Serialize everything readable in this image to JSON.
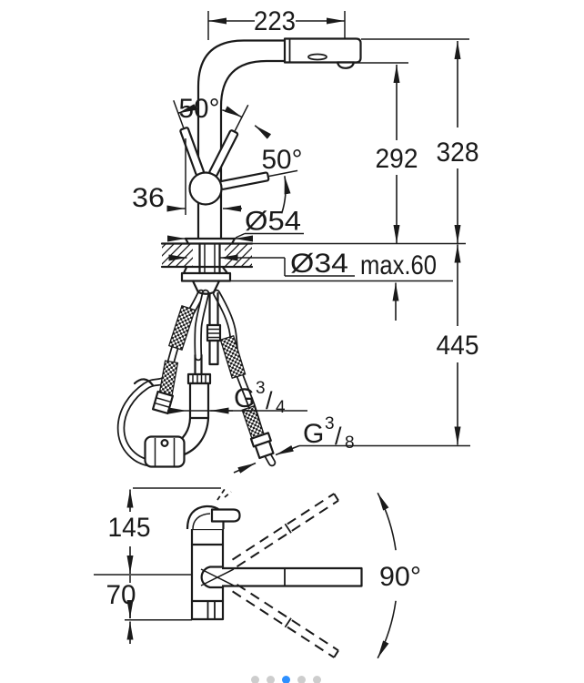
{
  "view": {
    "background": "#ffffff",
    "line_color": "#1a1a1a"
  },
  "front_view": {
    "labels": {
      "spout_reach": "223",
      "spout_height": "328",
      "aerator_height": "292",
      "handle_clearance": "36",
      "handle_angle_top": "50°",
      "handle_angle_side": "50°",
      "base_diameter": "Ø54",
      "hole_diameter": "Ø34",
      "counter_thickness": "max.60",
      "install_depth": "445",
      "hose_thread_g34": {
        "label": "G 3/4",
        "prefix": "G",
        "numerator": "3",
        "slash": "/",
        "denominator": "4"
      },
      "hose_thread_g38": {
        "label": "G 3/8",
        "prefix": "G",
        "numerator": "3",
        "slash": "/",
        "denominator": "8"
      }
    }
  },
  "top_view": {
    "labels": {
      "body_offset": "145",
      "base_depth": "70",
      "swivel_angle": "90°"
    }
  },
  "pagination": {
    "count": 5,
    "active_index": 2,
    "active_color": "#2e90ff",
    "inactive_color": "#cdcdcd"
  }
}
